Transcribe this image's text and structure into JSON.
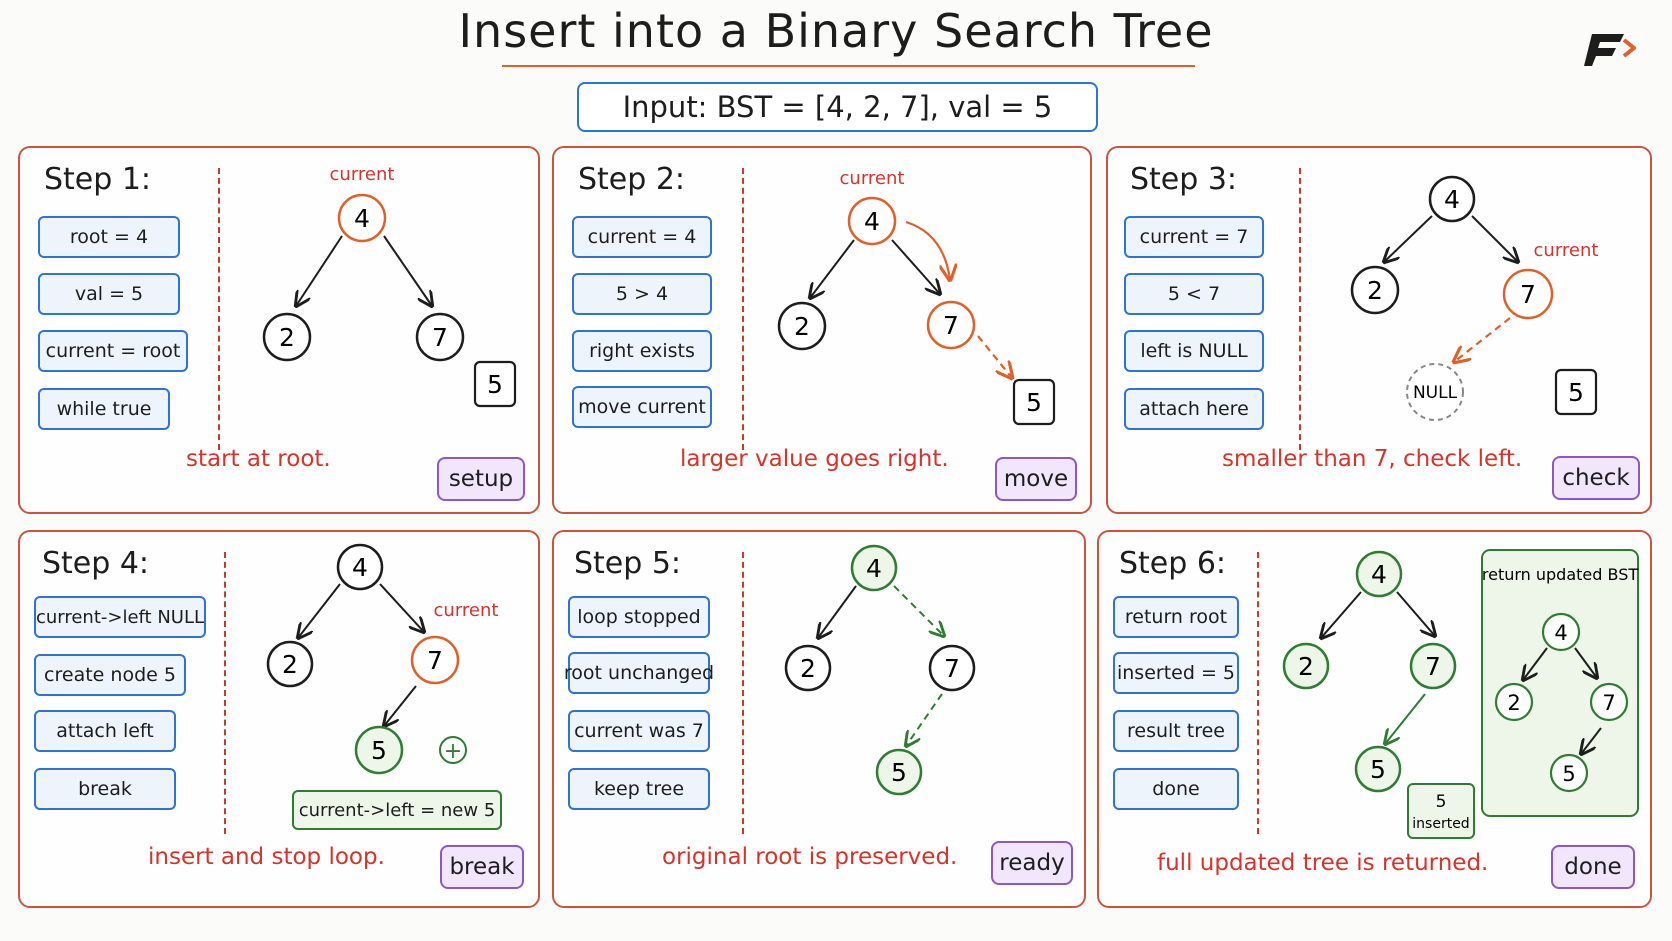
{
  "title": "Insert into a Binary Search Tree",
  "input": "Input: BST = [4, 2, 7], val = 5",
  "colors": {
    "accent_red": "#d3352a",
    "panel_border": "#c95541",
    "code_blue": "#2f74d0",
    "tag_purple": "#8e57c8",
    "insert_green": "#2e7d32",
    "current_orange": "#e0602a"
  },
  "labels": {
    "current": "current",
    "null": "NULL",
    "plus": "+"
  },
  "steps": [
    {
      "title": "Step 1:",
      "code": [
        "root = 4",
        "val = 5",
        "current = root",
        "while true"
      ],
      "caption": "start at root.",
      "tag": "setup",
      "nodes": [
        "4",
        "2",
        "7"
      ],
      "value_box": "5"
    },
    {
      "title": "Step 2:",
      "code": [
        "current = 4",
        "5 > 4",
        "right exists",
        "move current"
      ],
      "caption": "larger value goes right.",
      "tag": "move",
      "nodes": [
        "4",
        "2",
        "7"
      ],
      "value_box": "5"
    },
    {
      "title": "Step 3:",
      "code": [
        "current = 7",
        "5 < 7",
        "left is NULL",
        "attach here"
      ],
      "caption": "smaller than 7, check left.",
      "tag": "check",
      "nodes": [
        "4",
        "2",
        "7"
      ],
      "value_box": "5"
    },
    {
      "title": "Step 4:",
      "code": [
        "current->left NULL",
        "create node 5",
        "attach left",
        "break"
      ],
      "caption": "insert and stop loop.",
      "tag": "break",
      "nodes": [
        "4",
        "2",
        "7",
        "5"
      ],
      "note": "current->left = new 5"
    },
    {
      "title": "Step 5:",
      "code": [
        "loop stopped",
        "root unchanged",
        "current was 7",
        "keep tree"
      ],
      "caption": "original root is preserved.",
      "tag": "ready",
      "nodes": [
        "4",
        "2",
        "7",
        "5"
      ]
    },
    {
      "title": "Step 6:",
      "code": [
        "return root",
        "inserted = 5",
        "result tree",
        "done"
      ],
      "caption": "full updated tree is returned.",
      "tag": "done",
      "nodes": [
        "4",
        "2",
        "7",
        "5"
      ],
      "inserted_value": "5",
      "inserted_label": "inserted",
      "result_title": "return updated BST",
      "result_nodes": [
        "4",
        "2",
        "7",
        "5"
      ]
    }
  ]
}
